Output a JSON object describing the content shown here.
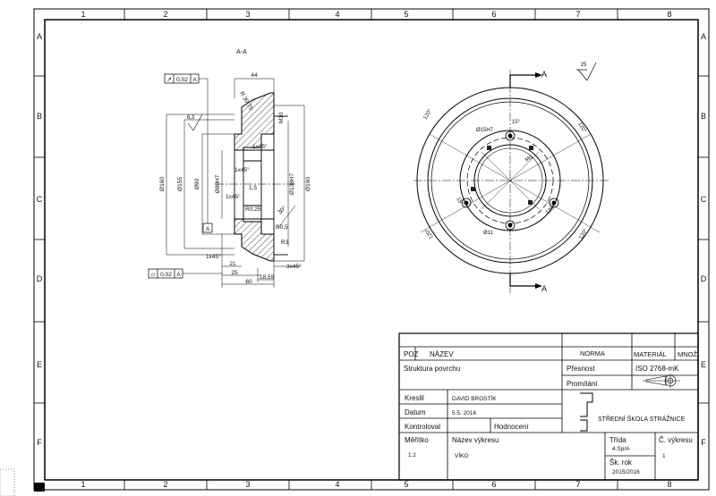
{
  "grid": {
    "columns": [
      "1",
      "2",
      "3",
      "4",
      "5",
      "6",
      "7",
      "8"
    ],
    "rows": [
      "A",
      "B",
      "C",
      "D",
      "E",
      "F"
    ]
  },
  "section": {
    "title": "A-A",
    "labels": {
      "runout": "0,02",
      "datum": "A",
      "flatness": "0,02",
      "d44": "44",
      "r30": "R 30,75",
      "m10": "M10",
      "ra63": "6,3",
      "ch1": "1x45°",
      "ch2": "1x45°",
      "ch3": "1x45°",
      "ch4": "1x45°",
      "ch5": "3x45°",
      "d15": "1,5",
      "r025": "R0,25",
      "r05": "R0,5",
      "r3": "R3",
      "ang30": "30°",
      "dia160": "Ø160",
      "dia155": "Ø155",
      "dia90": "Ø90",
      "dia80": "Ø80H7",
      "dia138": "Ø138H7",
      "dia190": "Ø190",
      "d21": "21",
      "d25": "25",
      "d60": "60",
      "d1859": "18,59"
    }
  },
  "front_view": {
    "labels": {
      "cut_top": "A",
      "cut_bottom": "A",
      "roughness": "25",
      "ang1": "120°",
      "ang2": "120°",
      "ang3": "120°",
      "ang4": "120°",
      "ang15": "15°",
      "ang15b": "15°",
      "hole": "Ø15H7",
      "m6": "M6",
      "dia11": "Ø11",
      "ang120c": "120°"
    }
  },
  "title_block": {
    "poz": "POZ",
    "nazev": "NÁZEV",
    "norma": "NORMA",
    "material": "MATERIÁL",
    "mnoz": "MNOŽ.",
    "struktura": "Struktura povrchu",
    "presnost_label": "Přesnost",
    "presnost_value": "ISO 2768-mK",
    "promitani": "Promítání",
    "kreslil_label": "Kreslil",
    "kreslil_value": "DAVID BROSTÍK",
    "datum_label": "Datum",
    "datum_value": "5.5. 2016",
    "kontroloval": "Kontroloval",
    "hodnoceni": "Hodnocení",
    "school": "STŘEDNÍ ŠKOLA STRÁŽNICE",
    "meritko_label": "Měřítko",
    "meritko_value": "1:2",
    "nazev_vykresu_label": "Název výkresu",
    "nazev_vykresu_value": "VÍKO",
    "trida_label": "Třída",
    "trida_value": "4.Sp/A",
    "cislo_label": "Č. výkresu",
    "cislo_value": "1",
    "skrok_label": "Šk. rok",
    "skrok_value": "2015/2016"
  }
}
